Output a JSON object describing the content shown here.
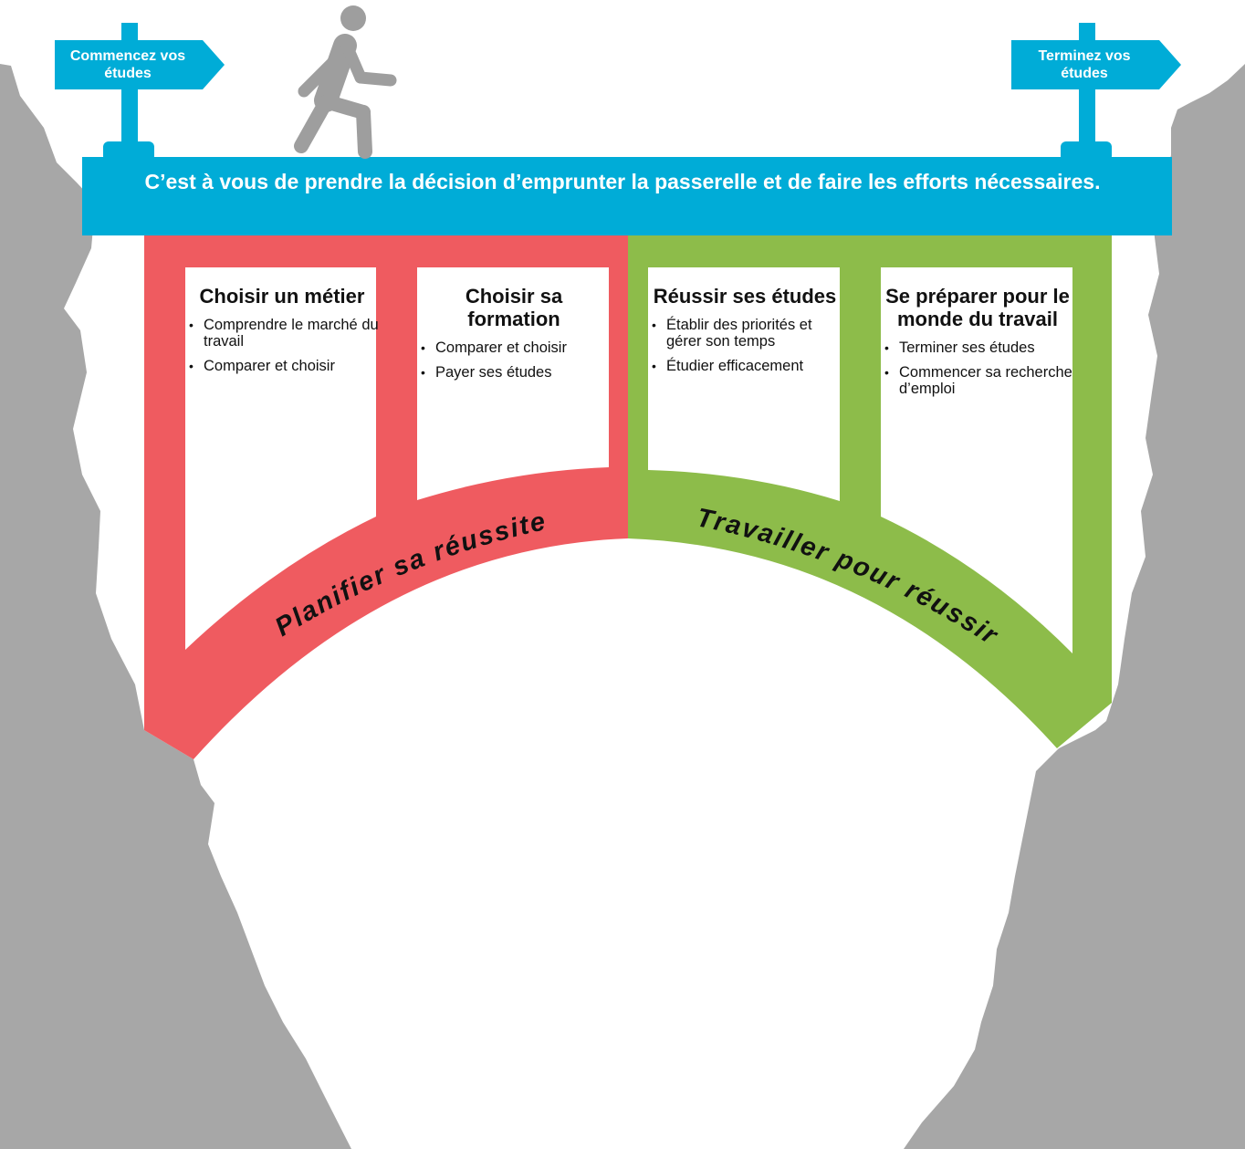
{
  "signs": {
    "start": "Commencez vos études",
    "end": "Terminez vos études"
  },
  "deck_text": "C’est à vous de prendre la décision d’emprunter la passerelle et de faire les efforts nécessaires.",
  "arches": {
    "left": "Planifier sa réussite",
    "right": "Travailler pour réussir"
  },
  "panels": [
    {
      "title": "Choisir un métier",
      "items": [
        "Comprendre le marché du travail",
        "Comparer et choisir"
      ]
    },
    {
      "title": "Choisir sa formation",
      "items": [
        "Comparer et choisir",
        "Payer ses études"
      ]
    },
    {
      "title": "Réussir ses études",
      "items": [
        "Établir des priorités et gérer son temps",
        "Étudier efficacement"
      ]
    },
    {
      "title": "Se préparer pour le monde du travail",
      "items": [
        "Terminer ses études",
        "Commencer sa recherche d’emploi"
      ]
    }
  ],
  "colors": {
    "deck": "#00acd7",
    "left_arch": "#ef5b60",
    "right_arch": "#8dbc4a",
    "cliff": "#a7a7a7",
    "walker": "#9e9e9e"
  }
}
